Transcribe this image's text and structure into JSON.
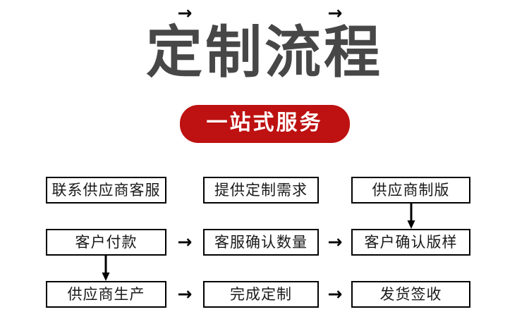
{
  "header": {
    "title": "定制流程",
    "badge_label": "一站式服务",
    "title_color": "#474747",
    "badge_color": "#be1111",
    "badge_text_color": "#ffffff"
  },
  "flowchart": {
    "arrow_right_glyph": "→",
    "rows": [
      {
        "row_index": 1,
        "nodes": [
          {
            "id": "contact-supplier-service",
            "label": "联系供应商客服"
          },
          {
            "id": "provide-custom-requirement",
            "label": "提供定制需求"
          },
          {
            "id": "supplier-plate-making",
            "label": "供应商制版"
          }
        ],
        "connectors": [
          "→",
          "→"
        ]
      },
      {
        "row_index": 2,
        "nodes": [
          {
            "id": "customer-payment",
            "label": "客户付款"
          },
          {
            "id": "service-confirm-quantity",
            "label": "客服确认数量"
          },
          {
            "id": "customer-confirm-sample",
            "label": "客户确认版样"
          }
        ],
        "connectors": [
          "→",
          "→"
        ]
      },
      {
        "row_index": 3,
        "nodes": [
          {
            "id": "supplier-production",
            "label": "供应商生产"
          },
          {
            "id": "complete-customization",
            "label": "完成定制"
          },
          {
            "id": "ship-and-receive",
            "label": "发货签收"
          }
        ],
        "connectors": [
          "→",
          "→"
        ]
      }
    ],
    "vertical_connectors": [
      {
        "id": "col3-row1-to-row2",
        "from": "supplier-plate-making",
        "to": "customer-confirm-sample"
      },
      {
        "id": "col1-row2-to-row3",
        "from": "customer-payment",
        "to": "supplier-production"
      }
    ]
  }
}
